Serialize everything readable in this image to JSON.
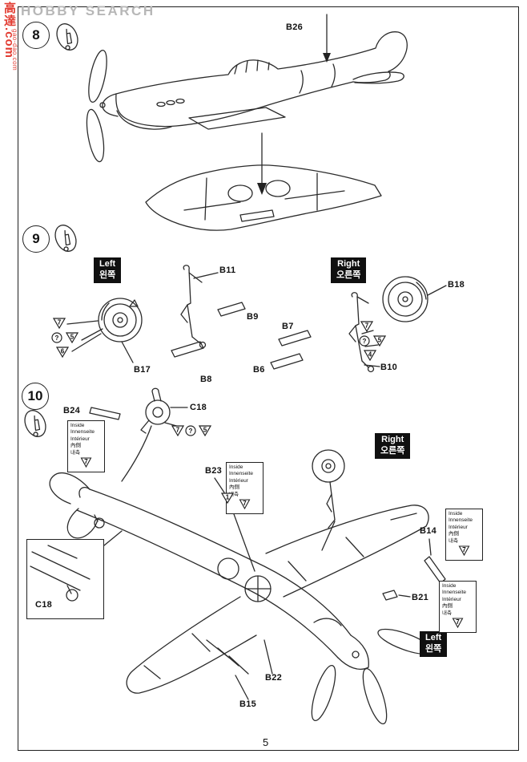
{
  "branding": {
    "hobby_search": "HOBBY SEARCH",
    "watermark_site": "高達.com",
    "watermark_url": "gao-dao.com"
  },
  "page": {
    "number": "5"
  },
  "steps": {
    "s8": "8",
    "s9": "9",
    "s10": "10"
  },
  "side_labels": {
    "left_en": "Left",
    "left_ko": "왼쪽",
    "right_en": "Right",
    "right_ko": "오른쪽"
  },
  "inside_note": {
    "en": "Inside",
    "de": "Innenseite",
    "fr": "Intérieur",
    "ja": "內側",
    "ko": "내측",
    "flag": "7"
  },
  "parts": {
    "b26": "B26",
    "b11": "B11",
    "b9": "B9",
    "b7": "B7",
    "b18": "B18",
    "b17": "B17",
    "b8": "B8",
    "b6": "B6",
    "b10": "B10",
    "b24": "B24",
    "c18": "C18",
    "b23": "B23",
    "b14": "B14",
    "b21": "B21",
    "b22": "B22",
    "b15": "B15",
    "c18_inset": "C18"
  },
  "flags": {
    "f7": "7",
    "f5": "5",
    "f6": "6",
    "f4": "4",
    "f1": "1",
    "unknown": "?"
  }
}
